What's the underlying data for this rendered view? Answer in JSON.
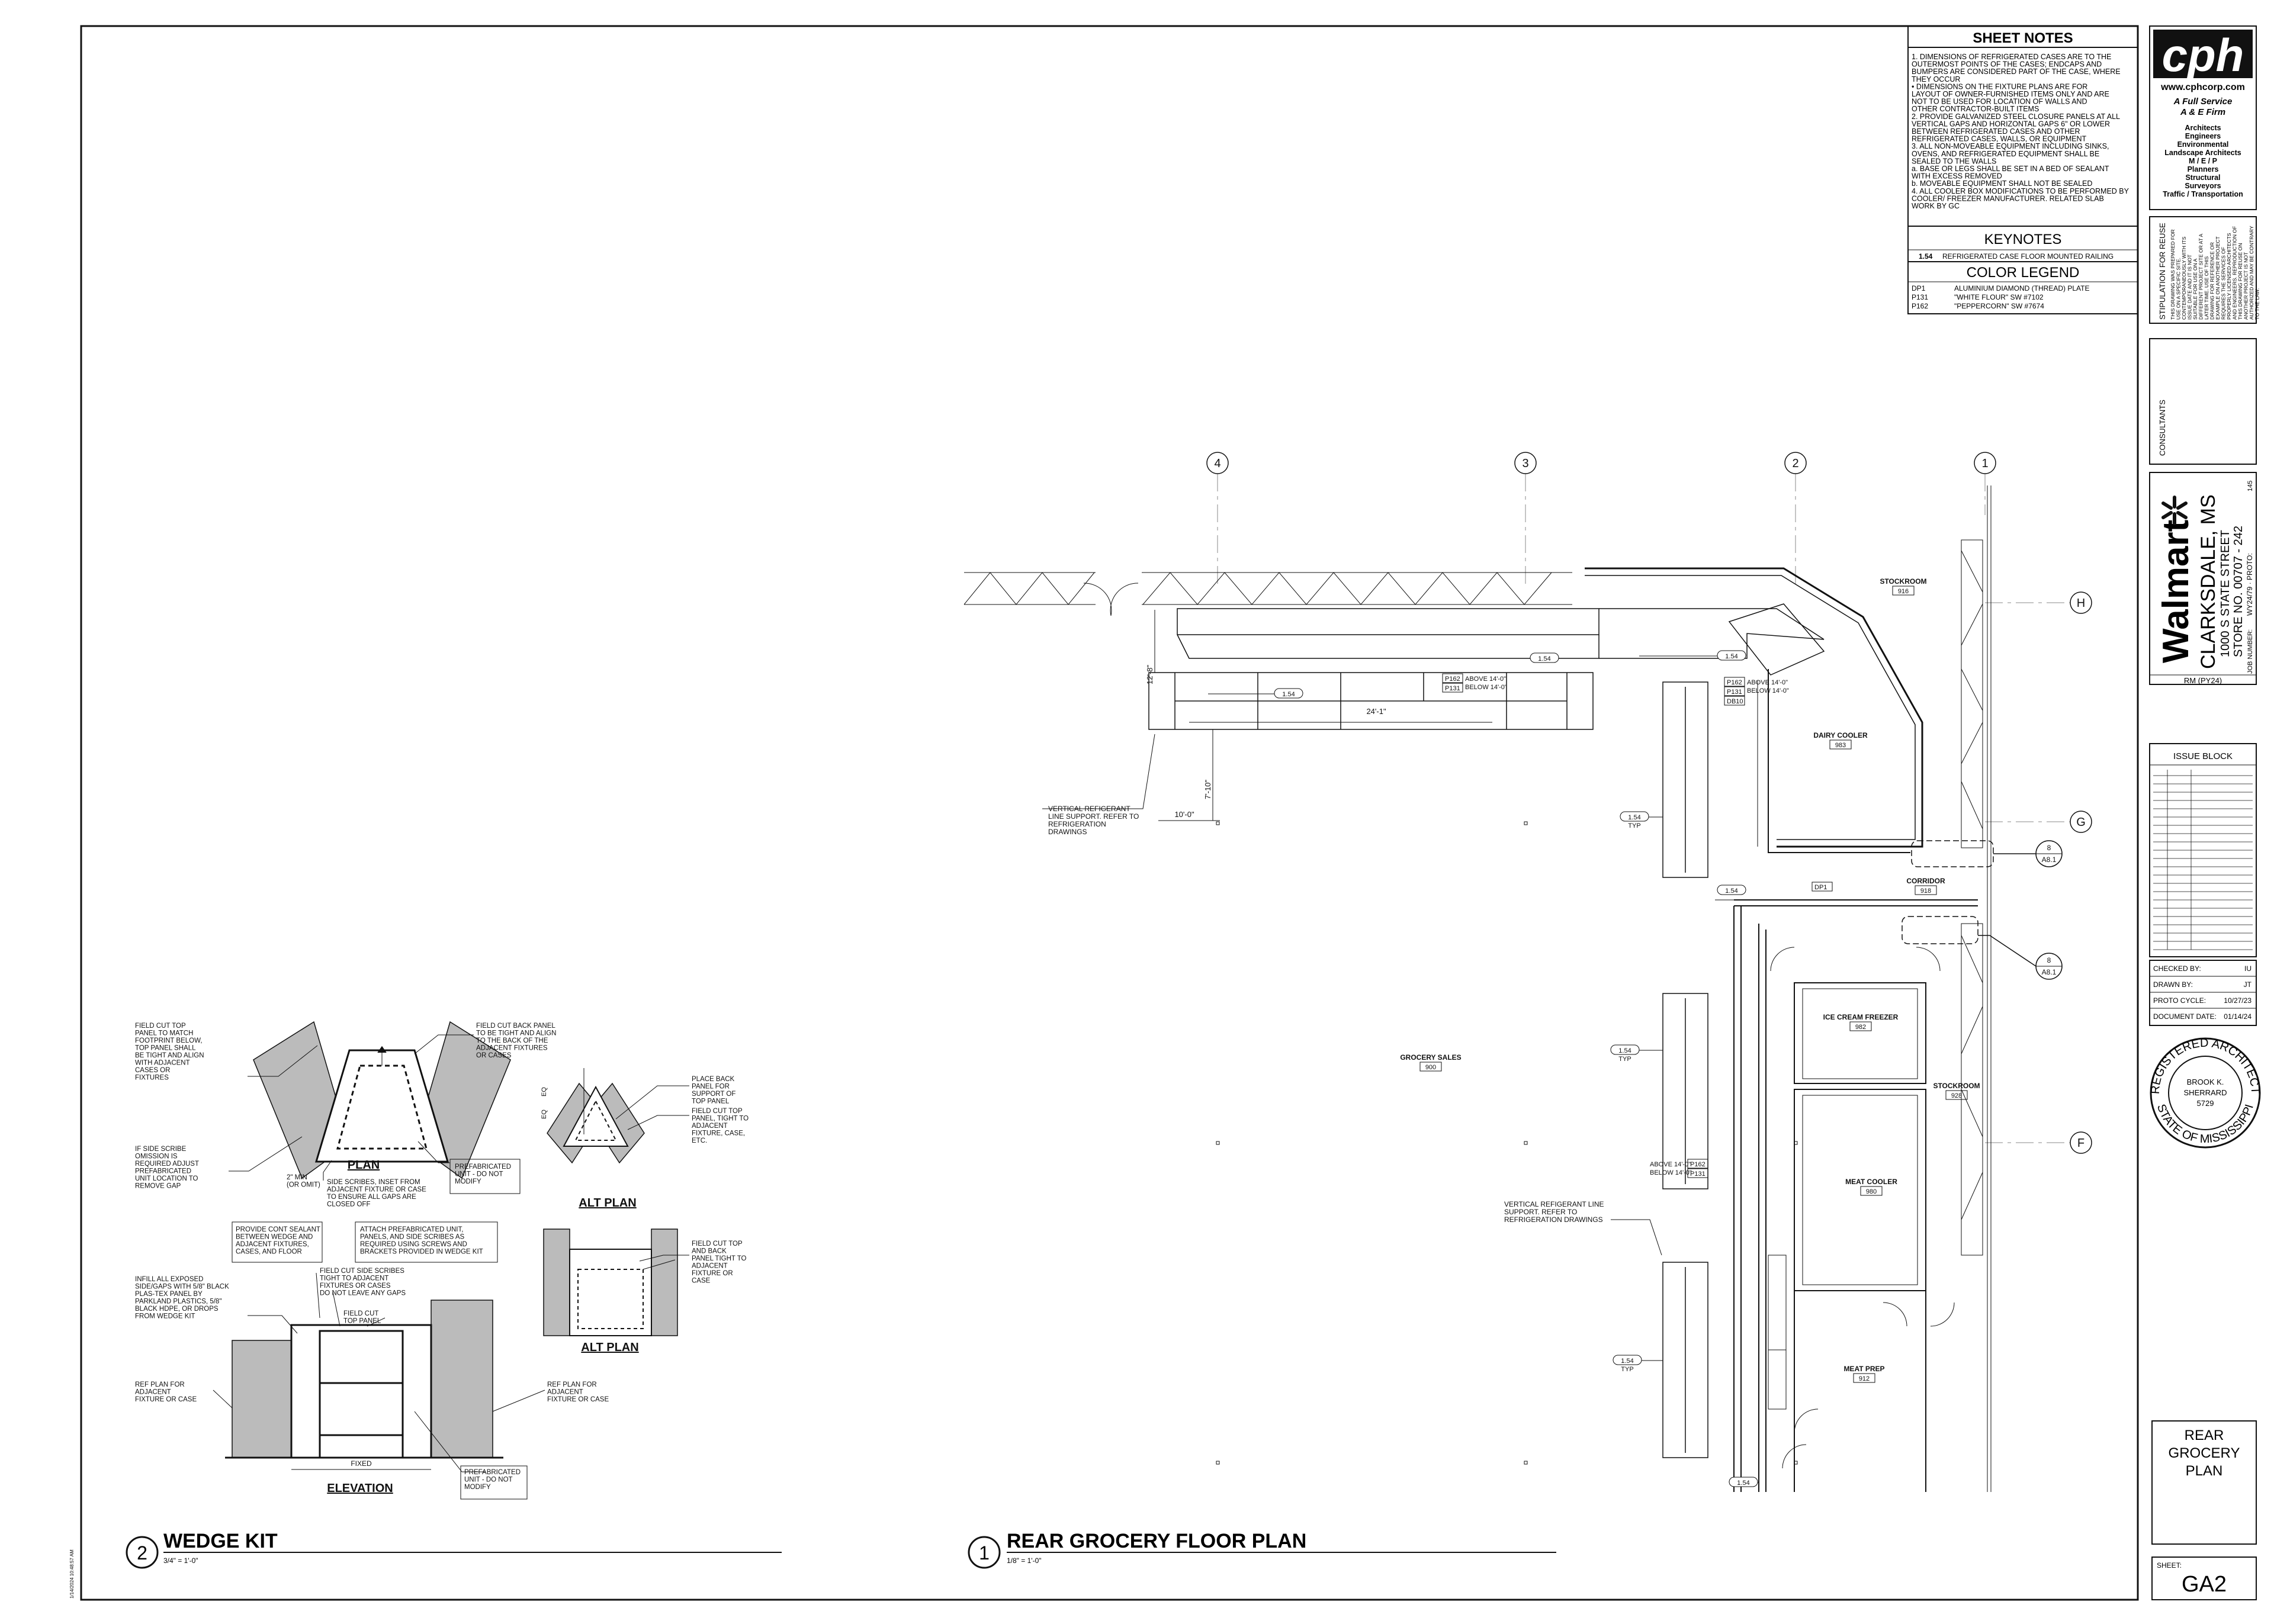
{
  "sheet_notes": {
    "title": "SHEET NOTES",
    "lines": [
      "1.   DIMENSIONS OF REFRIGERATED CASES ARE TO THE",
      "      OUTERMOST POINTS OF THE CASES; ENDCAPS AND",
      "      BUMPERS ARE CONSIDERED PART OF THE CASE, WHERE",
      "      THEY OCCUR",
      "      •   DIMENSIONS ON THE FIXTURE PLANS ARE FOR",
      "          LAYOUT OF OWNER-FURNISHED ITEMS ONLY AND ARE",
      "          NOT TO BE USED FOR LOCATION OF WALLS AND",
      "          OTHER CONTRACTOR-BUILT ITEMS",
      "2.   PROVIDE GALVANIZED STEEL CLOSURE PANELS AT ALL",
      "      VERTICAL GAPS AND HORIZONTAL GAPS 6\" OR LOWER",
      "      BETWEEN REFRIGERATED CASES AND OTHER",
      "      REFRIGERATED CASES, WALLS, OR EQUIPMENT",
      "3.   ALL NON-MOVEABLE EQUIPMENT INCLUDING SINKS,",
      "      OVENS, AND REFRIGERATED EQUIPMENT SHALL BE",
      "      SEALED TO THE WALLS",
      "      a.   BASE OR LEGS SHALL BE SET IN A BED OF SEALANT",
      "            WITH EXCESS REMOVED",
      "      b.   MOVEABLE EQUIPMENT SHALL NOT BE SEALED",
      "4.   ALL COOLER BOX MODIFICATIONS TO BE PERFORMED BY",
      "      COOLER/ FREEZER MANUFACTURER. RELATED SLAB",
      "      WORK BY GC"
    ]
  },
  "keynotes": {
    "title": "KEYNOTES",
    "code": "1.54",
    "text": "REFRIGERATED CASE FLOOR MOUNTED RAILING"
  },
  "color_legend": {
    "title": "COLOR LEGEND",
    "items": [
      {
        "code": "DP1",
        "text": "ALUMINIUM DIAMOND (THREAD) PLATE"
      },
      {
        "code": "P131",
        "text": "\"WHITE FLOUR\" SW #7102"
      },
      {
        "code": "P162",
        "text": "\"PEPPERCORN\" SW #7674"
      }
    ]
  },
  "firm": {
    "logo": "cph",
    "url": "www.cphcorp.com",
    "tagline1": "A Full Service",
    "tagline2": "A & E Firm",
    "services": [
      "Architects",
      "Engineers",
      "Environmental",
      "Landscape Architects",
      "M / E / P",
      "Planners",
      "Structural",
      "Surveyors",
      "Traffic / Transportation"
    ]
  },
  "stipulation": {
    "title": "STIPULATION FOR REUSE",
    "text": "THIS DRAWING WAS PREPARED FOR USE ON A SPECIFIC SITE. CONTEMPORANEOUSLY WITH ITS ISSUE DATE AND IT IS NOT SUITABLE FOR USE ON A DIFFERENT PROJECT SITE OR AT A LATER TIME. USE OF THIS DRAWING FOR REFERENCE OR EXAMPLE ON ANOTHER PROJECT REQUIRES THE SERVICES OF PROPERLY LICENSED ARCHITECTS AND ENGINEERS. REPRODUCTION OF THIS DRAWING FOR REUSE ON ANOTHER PROJECT IS NOT AUTHORIZED AND MAY BE CONTRARY TO THE LAW."
  },
  "consultants_label": "CONSULTANTS",
  "project": {
    "brand": "Walmart",
    "city": "CLARKSDALE, MS",
    "address": "1000 S STATE STREET",
    "store": "STORE NO. 00707 - 242",
    "proto": "WY24/79 · PROTO:",
    "job_label": "JOB NUMBER:",
    "code": "145",
    "rm": "RM (PY24)"
  },
  "issue_block": {
    "title": "ISSUE BLOCK"
  },
  "info_rows": [
    {
      "label": "CHECKED BY:",
      "value": "IU"
    },
    {
      "label": "DRAWN BY:",
      "value": "JT"
    },
    {
      "label": "PROTO CYCLE:",
      "value": "10/27/23"
    },
    {
      "label": "DOCUMENT DATE:",
      "value": "01/14/24"
    }
  ],
  "seal": {
    "top": "REGISTERED ARCHITECT",
    "bottom": "STATE OF MISSISSIPPI",
    "name1": "BROOK K.",
    "name2": "SHERRARD",
    "number": "5729"
  },
  "sheet_title": {
    "line1": "REAR",
    "line2": "GROCERY",
    "line3": "PLAN"
  },
  "sheet_number": {
    "label": "SHEET:",
    "value": "GA2"
  },
  "footer_stamp": "1/14/2024 10:48:57 AM",
  "plan": {
    "title_num": "1",
    "title": "REAR GROCERY FLOOR PLAN",
    "scale": "1/8\" = 1'-0\"",
    "grid_cols": [
      "4",
      "3",
      "2",
      "1"
    ],
    "grid_rows": [
      "H",
      "G",
      "F"
    ],
    "rooms": [
      {
        "name": "STOCKROOM",
        "num": "916"
      },
      {
        "name": "DAIRY COOLER",
        "num": "983"
      },
      {
        "name": "CORRIDOR",
        "num": "918"
      },
      {
        "name": "ICE CREAM FREEZER",
        "num": "982"
      },
      {
        "name": "STOCKROOM",
        "num": "928"
      },
      {
        "name": "MEAT COOLER",
        "num": "980"
      },
      {
        "name": "MEAT PREP",
        "num": "912"
      },
      {
        "name": "GROCERY SALES",
        "num": "900"
      }
    ],
    "keynote_tag": "1.54",
    "typ": "TYP",
    "tags": {
      "p162": "P162",
      "p131": "P131",
      "db10": "DB10",
      "dp1": "DP1",
      "above": "ABOVE 14'-0\"",
      "below": "BELOW 14'-0\""
    },
    "dims": {
      "d1": "12'-8\"",
      "d2": "24'-1\"",
      "d3": "7'-10\"",
      "d4": "10'-0\""
    },
    "callout_num": "8",
    "callout_sheet": "A8.1",
    "vrl1": [
      "VERTICAL REFIGERANT",
      "LINE SUPPORT. REFER TO",
      "REFRIGERATION",
      "DRAWINGS"
    ],
    "vrl2": [
      "VERTICAL REFIGERANT LINE",
      "SUPPORT. REFER TO",
      "REFRIGERATION DRAWINGS"
    ]
  },
  "wedge": {
    "title_num": "2",
    "title": "WEDGE KIT",
    "scale": "3/4\" = 1'-0\"",
    "plan_label": "PLAN",
    "alt_plan_label": "ALT PLAN",
    "elevation_label": "ELEVATION",
    "notes": {
      "n1": [
        "FIELD CUT TOP",
        "PANEL TO MATCH",
        "FOOTPRINT BELOW,",
        "TOP PANEL SHALL",
        "BE TIGHT AND ALIGN",
        "WITH ADJACENT",
        "CASES OR",
        "FIXTURES"
      ],
      "n2": [
        "FIELD CUT BACK PANEL",
        "TO BE TIGHT AND ALIGN",
        "TO THE BACK OF THE",
        "ADJACENT FIXTURES",
        "OR CASES"
      ],
      "n3": [
        "IF SIDE SCRIBE",
        "OMISSION IS",
        "REQUIRED ADJUST",
        "PREFABRICATED",
        "UNIT LOCATION TO",
        "REMOVE GAP"
      ],
      "n4": [
        "SIDE SCRIBES, INSET FROM",
        "ADJACENT FIXTURE OR CASE",
        "TO ENSURE ALL GAPS ARE",
        "CLOSED OFF"
      ],
      "n5": [
        "PREFABRICATED",
        "UNIT - DO NOT",
        "MODIFY"
      ],
      "n6": [
        "PLACE BACK",
        "PANEL FOR",
        "SUPPORT OF",
        "TOP PANEL"
      ],
      "n7": [
        "FIELD CUT TOP",
        "PANEL, TIGHT TO",
        "ADJACENT",
        "FIXTURE, CASE,",
        "ETC."
      ],
      "n8": [
        "FIELD CUT TOP",
        "AND BACK",
        "PANEL TIGHT TO",
        "ADJACENT",
        "FIXTURE OR",
        "CASE"
      ],
      "n9": [
        "PROVIDE CONT SEALANT",
        "BETWEEN WEDGE AND",
        "ADJACENT FIXTURES,",
        "CASES, AND FLOOR"
      ],
      "n10": [
        "ATTACH PREFABRICATED UNIT,",
        "PANELS, AND SIDE SCRIBES AS",
        "REQUIRED USING SCREWS AND",
        "BRACKETS PROVIDED IN WEDGE KIT"
      ],
      "n11": [
        "INFILL ALL EXPOSED",
        "SIDE/GAPS WITH 5/8\" BLACK",
        "PLAS-TEX PANEL BY",
        "PARKLAND PLASTICS, 5/8\"",
        "BLACK HDPE, OR DROPS",
        "FROM WEDGE KIT"
      ],
      "n12": [
        "FIELD CUT SIDE SCRIBES",
        "TIGHT TO ADJACENT",
        "FIXTURES OR CASES",
        "DO NOT LEAVE ANY GAPS"
      ],
      "n13": [
        "FIELD CUT",
        "TOP PANEL"
      ],
      "n14": [
        "REF PLAN FOR",
        "ADJACENT",
        "FIXTURE OR CASE"
      ],
      "n15": [
        "REF PLAN FOR",
        "ADJACENT",
        "FIXTURE OR CASE"
      ],
      "n16": [
        "PREFABRICATED",
        "UNIT - DO NOT",
        "MODIFY"
      ],
      "gap": [
        "2\" MIN",
        "(OR OMIT)"
      ],
      "eq": "EQ",
      "fixed": "FIXED"
    }
  }
}
